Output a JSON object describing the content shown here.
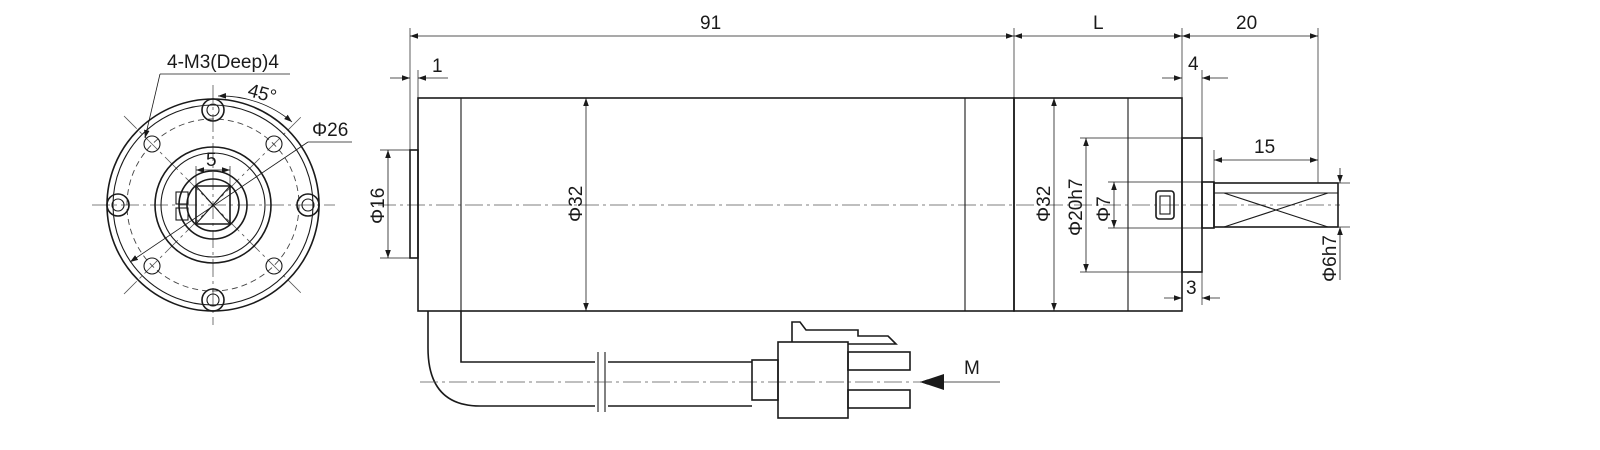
{
  "front_view": {
    "hole_callout": "4-M3(Deep)4",
    "angle": "45°",
    "bolt_circle": "Φ26",
    "shaft_flat": "5"
  },
  "side_view": {
    "overall_length": "91",
    "gearbox_length": "L",
    "shaft_length": "20",
    "front_step": "1",
    "pilot_step": "4",
    "key_length": "15",
    "rear_boss_dia": "Φ16",
    "body_dia": "Φ32",
    "gearbox_dia": "Φ32",
    "pilot_dia": "Φ20h7",
    "bearing_dia": "Φ7",
    "shaft_dia": "Φ6h7",
    "pilot_length": "3",
    "motor_label": "M"
  },
  "colors": {
    "line": "#1a1a1a",
    "background": "#ffffff"
  }
}
